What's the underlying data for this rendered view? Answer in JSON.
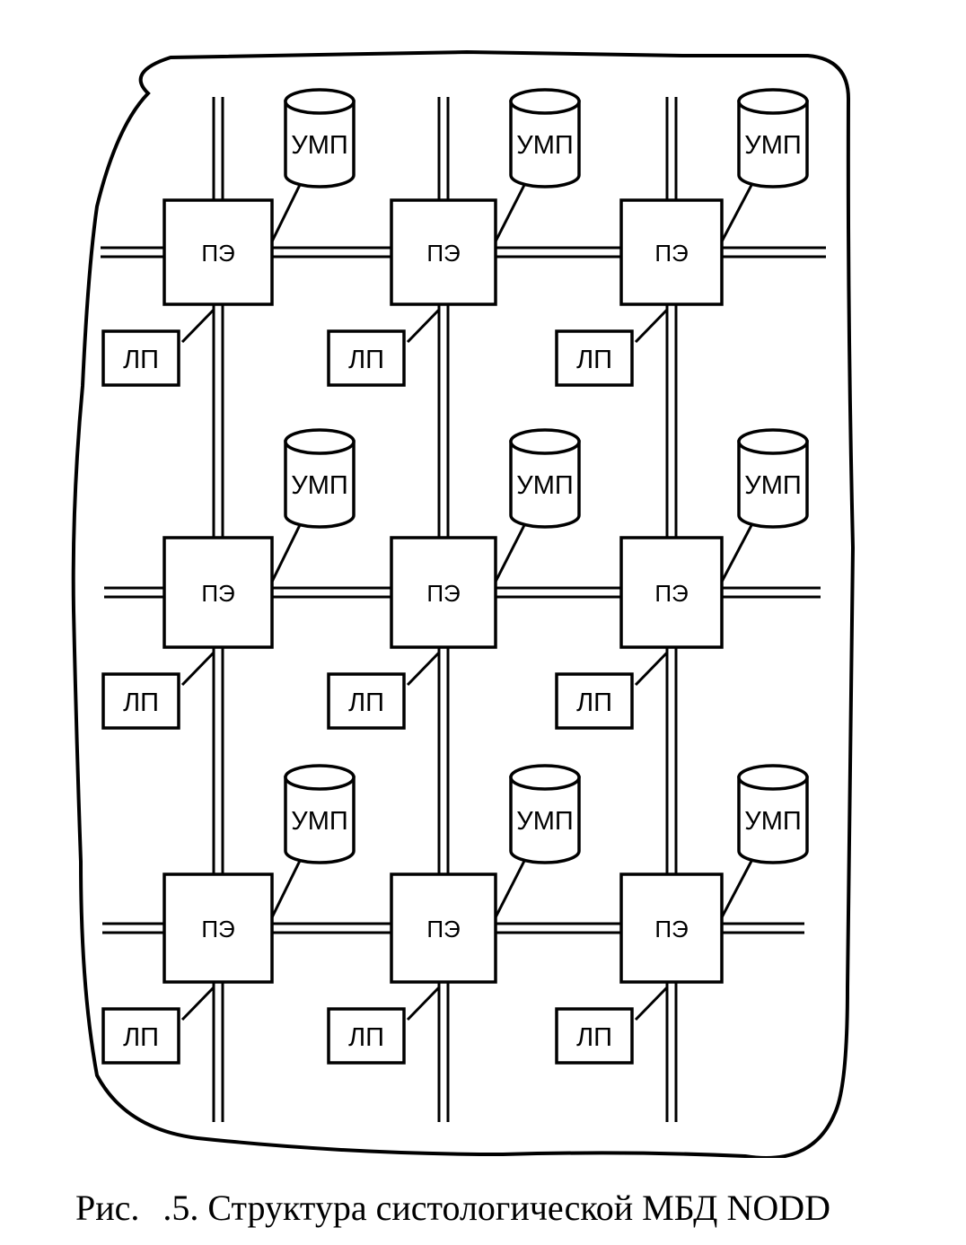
{
  "diagram": {
    "rows": 3,
    "cols": 3,
    "pe_label": "ПЭ",
    "memory_label": "УМП",
    "local_label": "ЛП"
  },
  "caption": {
    "prefix": "Рис.",
    "number": ".5.",
    "text": "Структура систологической МБД NODD"
  }
}
